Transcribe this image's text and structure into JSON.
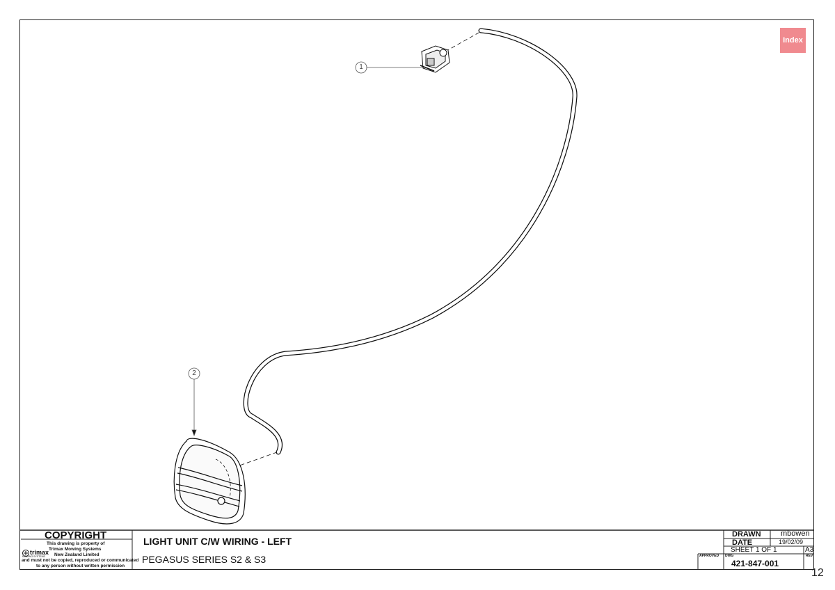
{
  "index_button": {
    "label": "Index",
    "color": "#f08a8f"
  },
  "balloons": [
    {
      "number": "1",
      "part": "switch"
    },
    {
      "number": "2",
      "part": "light unit"
    }
  ],
  "title_block": {
    "copyright": {
      "heading": "COPYRIGHT",
      "line1": "This drawing is property of",
      "line2": "Trimax Mowing Systems",
      "line3": "New Zealand Limited",
      "line4": "and must not be copied, reproduced or communicated",
      "line5": "to any person without written permission",
      "logo_text": "trimax",
      "logo_subtext": "MOWING SYSTEMS"
    },
    "title": "LIGHT UNIT C/W WIRING - LEFT",
    "subtitle": "PEGASUS SERIES S2 & S3",
    "drawn_label": "DRAWN",
    "drawn_value": "mbowen",
    "date_label": "DATE",
    "date_value": "19/02/09",
    "sheet": "SHEET 1 OF 1",
    "size": "A3",
    "approved_label": "APPROVED",
    "dwg_label": "DWG",
    "dwg_value": "421-847-001",
    "rev_label": "REV"
  },
  "page_number": "12"
}
